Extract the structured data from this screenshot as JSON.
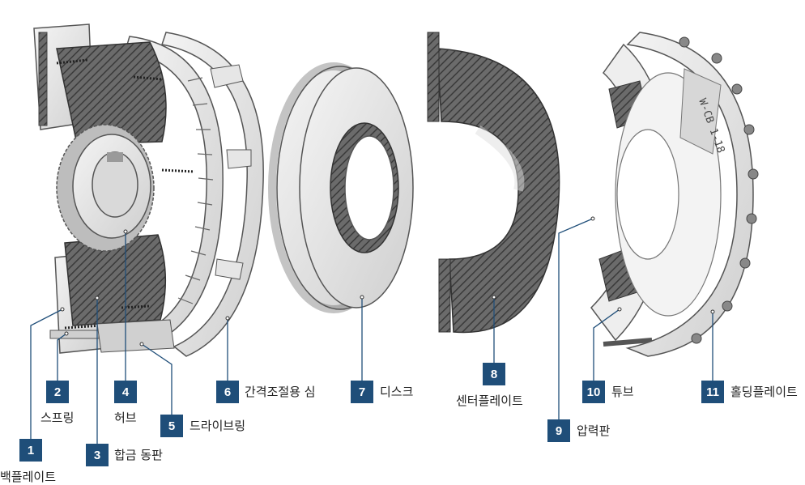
{
  "colors": {
    "badge": "#1f4e79",
    "badge_text": "#ffffff",
    "label_text": "#222222",
    "part_outline": "#555555",
    "hatch_dark": "#5a5a5a",
    "leader_line": "#1f4e79"
  },
  "parts": [
    {
      "number": "1",
      "name": "백플레이트"
    },
    {
      "number": "2",
      "name": "스프링"
    },
    {
      "number": "3",
      "name": "합금 동판"
    },
    {
      "number": "4",
      "name": "허브"
    },
    {
      "number": "5",
      "name": "드라이브링"
    },
    {
      "number": "6",
      "name": "간격조절용 심"
    },
    {
      "number": "7",
      "name": "디스크"
    },
    {
      "number": "8",
      "name": "센터플레이트"
    },
    {
      "number": "9",
      "name": "압력판"
    },
    {
      "number": "10",
      "name": "튜브"
    },
    {
      "number": "11",
      "name": "홀딩플레이트"
    }
  ],
  "engraving": "W-CB 1-18"
}
